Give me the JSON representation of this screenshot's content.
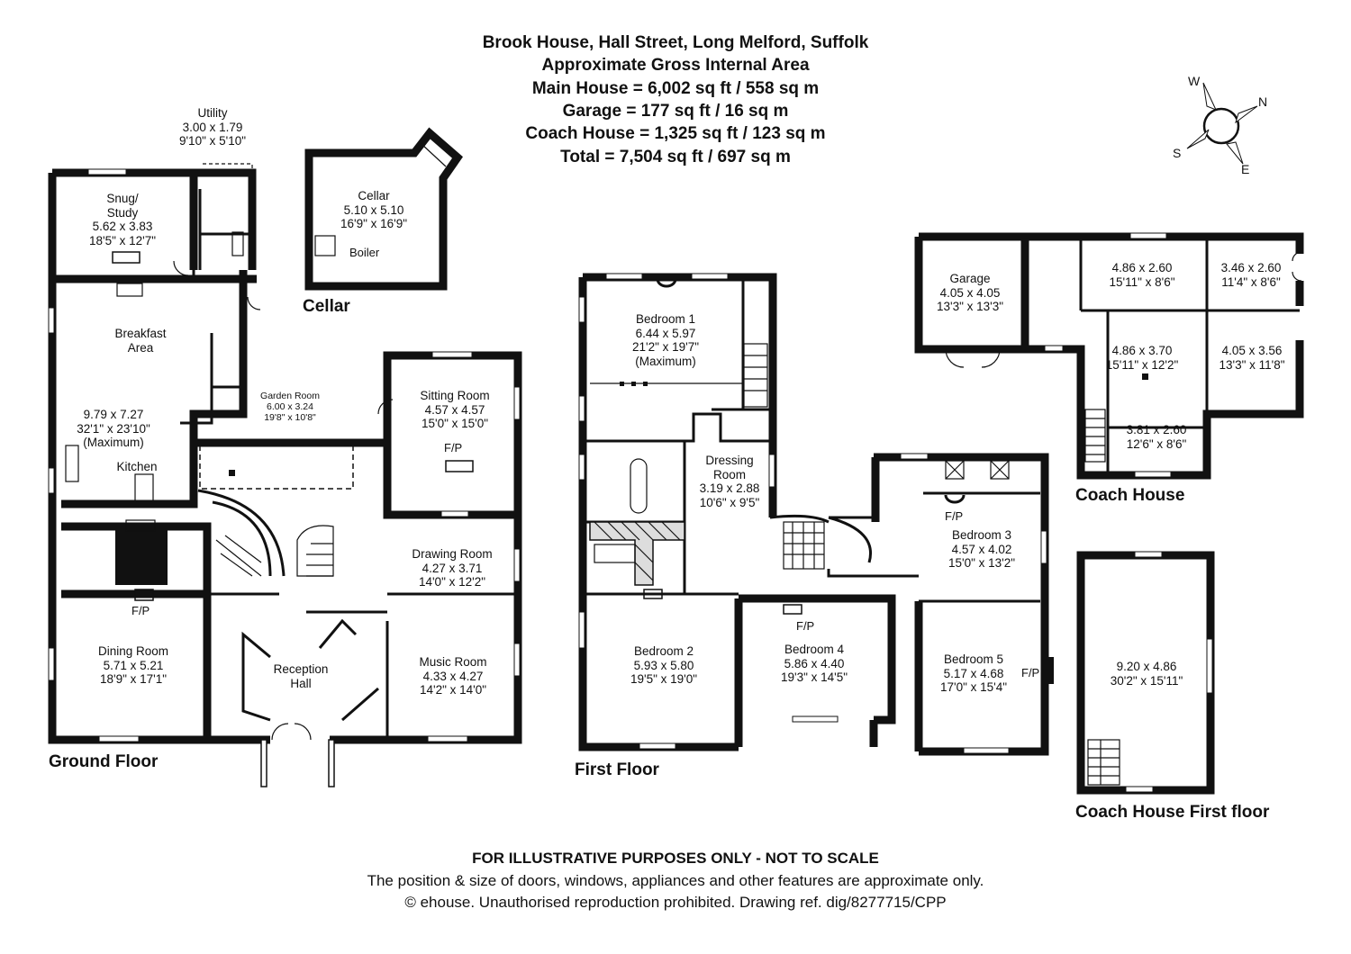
{
  "header": {
    "line1": "Brook House, Hall Street, Long Melford, Suffolk",
    "line2": "Approximate Gross Internal Area",
    "line3": "Main House = 6,002 sq ft / 558 sq m",
    "line4": "Garage = 177 sq ft / 16 sq m",
    "line5": "Coach House = 1,325 sq ft / 123 sq m",
    "line6": "Total = 7,504 sq ft / 697 sq m"
  },
  "compass": {
    "w": "W",
    "n": "N",
    "s": "S",
    "e": "E"
  },
  "floors": {
    "ground": "Ground Floor",
    "cellar": "Cellar",
    "first": "First Floor",
    "coach": "Coach House",
    "coach_first": "Coach House First floor"
  },
  "rooms": {
    "utility": {
      "name": "Utility",
      "m": "3.00 x 1.79",
      "ft": "9'10\" x 5'10\""
    },
    "snug": {
      "name": "Snug/",
      "name2": "Study",
      "m": "5.62 x 3.83",
      "ft": "18'5\" x 12'7\""
    },
    "cellar": {
      "name": "Cellar",
      "m": "5.10 x 5.10",
      "ft": "16'9\" x 16'9\"",
      "boiler": "Boiler"
    },
    "breakfast": {
      "name": "Breakfast",
      "name2": "Area"
    },
    "kitchen": {
      "m": "9.79 x 7.27",
      "ft": "32'1\" x 23'10\"",
      "note": "(Maximum)",
      "name": "Kitchen"
    },
    "garden_room": {
      "name": "Garden Room",
      "m": "6.00 x 3.24",
      "ft": "19'8\" x 10'8\""
    },
    "sitting": {
      "name": "Sitting Room",
      "m": "4.57 x 4.57",
      "ft": "15'0\" x 15'0\"",
      "fp": "F/P"
    },
    "drawing": {
      "name": "Drawing Room",
      "m": "4.27 x 3.71",
      "ft": "14'0\" x 12'2\""
    },
    "music": {
      "name": "Music Room",
      "m": "4.33 x 4.27",
      "ft": "14'2\" x 14'0\""
    },
    "reception": {
      "name": "Reception",
      "name2": "Hall"
    },
    "dining": {
      "name": "Dining Room",
      "m": "5.71 x 5.21",
      "ft": "18'9\" x 17'1\"",
      "fp": "F/P"
    },
    "bed1": {
      "name": "Bedroom 1",
      "m": "6.44 x 5.97",
      "ft": "21'2\" x 19'7\"",
      "note": "(Maximum)"
    },
    "dressing": {
      "name": "Dressing",
      "name2": "Room",
      "m": "3.19 x 2.88",
      "ft": "10'6\" x 9'5\""
    },
    "bed2": {
      "name": "Bedroom 2",
      "m": "5.93 x 5.80",
      "ft": "19'5\" x 19'0\""
    },
    "bed4": {
      "name": "Bedroom 4",
      "m": "5.86 x 4.40",
      "ft": "19'3\" x 14'5\"",
      "fp": "F/P"
    },
    "bed3": {
      "name": "Bedroom 3",
      "m": "4.57 x 4.02",
      "ft": "15'0\" x 13'2\"",
      "fp": "F/P"
    },
    "bed5": {
      "name": "Bedroom 5",
      "m": "5.17 x 4.68",
      "ft": "17'0\" x 15'4\"",
      "fp": "F/P"
    },
    "garage": {
      "name": "Garage",
      "m": "4.05 x 4.05",
      "ft": "13'3\" x 13'3\""
    },
    "coach_a": {
      "m": "4.86 x 2.60",
      "ft": "15'11\" x 8'6\""
    },
    "coach_b": {
      "m": "3.46 x 2.60",
      "ft": "11'4\" x 8'6\""
    },
    "coach_c": {
      "m": "4.86 x 3.70",
      "ft": "15'11\" x 12'2\""
    },
    "coach_d": {
      "m": "4.05 x 3.56",
      "ft": "13'3\" x 11'8\""
    },
    "coach_e": {
      "m": "3.81 x 2.60",
      "ft": "12'6\" x 8'6\""
    },
    "coach_first": {
      "m": "9.20 x 4.86",
      "ft": "30'2\" x 15'11\""
    }
  },
  "footer": {
    "line1": "FOR ILLUSTRATIVE PURPOSES ONLY - NOT TO SCALE",
    "line2": "The position & size of doors, windows, appliances and other features are approximate only.",
    "line3": "© ehouse. Unauthorised reproduction prohibited. Drawing ref. dig/8277715/CPP"
  }
}
